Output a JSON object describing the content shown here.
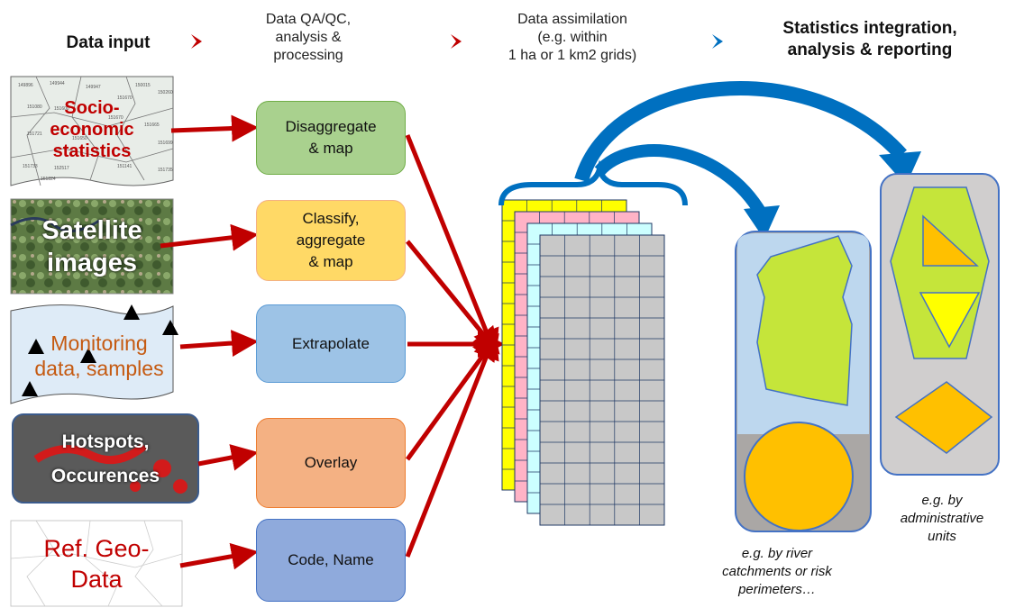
{
  "headers": {
    "input": "Data input",
    "qa": "Data QA/QC,\nanalysis &\nprocessing",
    "assimilation": "Data assimilation\n(e.g. within\n1 ha or 1 km2 grids)",
    "stats": "Statistics integration,\nanalysis & reporting"
  },
  "sources": [
    {
      "label": "Socio-\neconomic\nstatistics",
      "color": "#c00000"
    },
    {
      "label": "Satellite\nimages",
      "color": "#ffffff"
    },
    {
      "label": "Monitoring\ndata, samples",
      "color": "#c55a11"
    },
    {
      "label": "Hotspots,\n\nOccurences",
      "color": "#ffffff"
    },
    {
      "label": "Ref. Geo-\nData",
      "color": "#c00000"
    }
  ],
  "process_steps": [
    {
      "label": "Disaggregate\n& map",
      "fill": "#a9d18e",
      "stroke": "#70ad47"
    },
    {
      "label": "Classify,\naggregate\n& map",
      "fill": "#ffd966",
      "stroke": "#f4b183"
    },
    {
      "label": "Extrapolate",
      "fill": "#9dc3e6",
      "stroke": "#5b9bd5"
    },
    {
      "label": "Overlay",
      "fill": "#f4b183",
      "stroke": "#ed7d31"
    },
    {
      "label": "Code, Name",
      "fill": "#8faadc",
      "stroke": "#4472c4"
    }
  ],
  "map_numbers": [
    "149896",
    "149944",
    "149947",
    "150015",
    "150260",
    "151670",
    "151080",
    "151600",
    "151670",
    "151665",
    "151721",
    "151650",
    "151699",
    "151733",
    "152517",
    "151141",
    "151735",
    "151824"
  ],
  "captions": {
    "river": "e.g. by river\ncatchments or risk\nperimeters…",
    "admin": "e.g. by\nadministrative\nunits"
  },
  "colors": {
    "arrow_red": "#c00000",
    "arrow_blue": "#0070c0",
    "grid_layers": [
      "#ffff00",
      "#ffb3c6",
      "#ccffff",
      "#c8c8c8"
    ],
    "green_shape": "#c5e53a",
    "orange_shape": "#ffc000",
    "yellow_shape": "#ffff00"
  }
}
